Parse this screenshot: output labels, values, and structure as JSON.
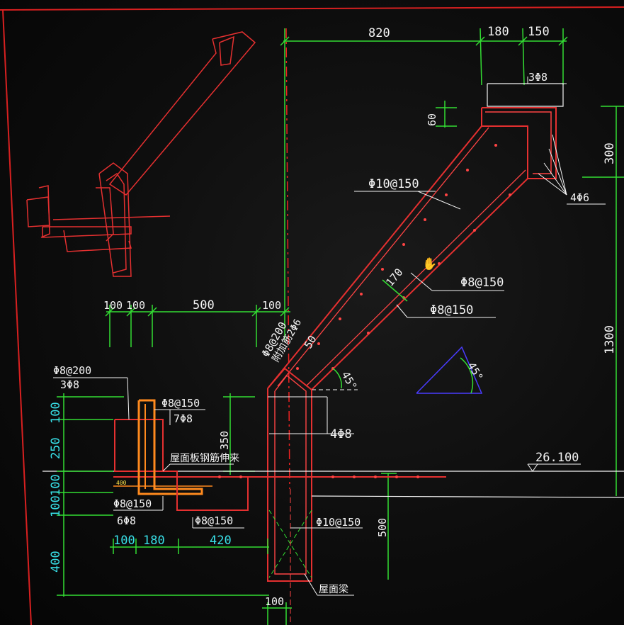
{
  "colors": {
    "background": "#0d0d0d",
    "dimension_line": "#33dd33",
    "concrete_outline": "#e53030",
    "rebar": "#ff4444",
    "highlight_rebar": "#ff8a1e",
    "annotation": "#f4f4f4",
    "yellow_text": "#fbe24a",
    "cyan_text": "#38e0e8",
    "axis": "#ee2222",
    "angle_triangle": "#4a3cff"
  },
  "top_dims": {
    "d1": "820",
    "d2": "180",
    "d3": "150"
  },
  "right_notes": {
    "top_bars": "3Φ8",
    "ledge_height": "60",
    "bottom_bars": "4Φ6",
    "right_dim_upper": "300",
    "right_dim_lower": "1300"
  },
  "slab_notes": {
    "main_bars": "Φ10@150",
    "height_170": "170",
    "dist_bars_1": "Φ8@150",
    "dist_bars_2": "Φ8@150",
    "angle_1": "45°",
    "angle_2": "45°",
    "offset_50": "50"
  },
  "mid_dims": {
    "d100a": "100",
    "d100b": "100",
    "d500": "500",
    "d100c": "100"
  },
  "column_notes": {
    "stirrup": "Φ8@200",
    "stirrup_sub": "附加筋2Φ6",
    "vertical_bars": "4Φ8",
    "height_350": "350",
    "beam_stirrup": "Φ10@150",
    "beam_height": "500",
    "beam_label": "屋面梁",
    "base_width": "100"
  },
  "parapet_notes": {
    "stirrup": "Φ8@200",
    "top_bars": "3Φ8",
    "inner_stirrup": "Φ8@150",
    "inner_bars": "7Φ8",
    "slab_ext": "屋面板钢筋伸来",
    "bottom_stirrup": "Φ8@150",
    "bottom_bars": "6Φ8",
    "beam_stirrup": "Φ8@150",
    "small_label": "400"
  },
  "left_dims": {
    "v100a": "100",
    "v250": "250",
    "v100b": "100",
    "v100c": "100",
    "v400": "400"
  },
  "bottom_dims": {
    "h100": "100",
    "h180": "180",
    "h420": "420"
  },
  "elevation": {
    "level": "26.100"
  }
}
